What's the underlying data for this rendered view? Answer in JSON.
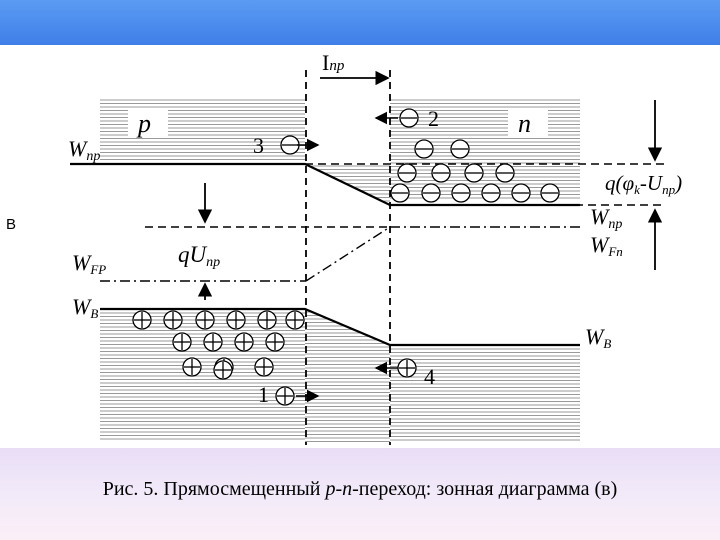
{
  "side_letter": "В",
  "caption": {
    "prefix": "Рис. 5. Прямосмещенный ",
    "p": "p",
    "dash": "-",
    "n": "n",
    "suffix": "-переход: зонная диаграмма (в)"
  },
  "diagram": {
    "current_label": "I",
    "current_sub": "пр",
    "p_label": "p",
    "n_label": "n",
    "w_np_main": "W",
    "w_np_sub": "пр",
    "w_fp_main": "W",
    "w_fp_sub": "FP",
    "w_b_main": "W",
    "w_b_sub": "В",
    "w_np_right_main": "W",
    "w_np_right_sub": "пр",
    "w_fn_main": "W",
    "w_fn_sub": "Fn",
    "w_b_right_main": "W",
    "w_b_right_sub": "В",
    "qu_q": "qU",
    "qu_sub": "пр",
    "barrier_label": "q(φ",
    "barrier_k": "k",
    "barrier_mid": "-U",
    "barrier_sub": "пр",
    "barrier_end": ")",
    "num_1": "1",
    "num_2": "2",
    "num_3": "3",
    "num_4": "4",
    "minus_sign": "−",
    "plus_sign": "+"
  },
  "colors": {
    "top_band": "#4a8cef",
    "hatch": "#9a9a9a",
    "line": "#000000"
  }
}
